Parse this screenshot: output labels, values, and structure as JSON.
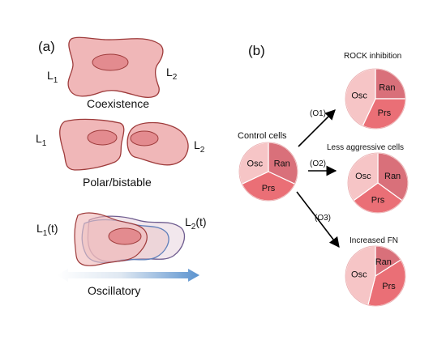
{
  "panel_a": {
    "label": "(a)",
    "coexistence": {
      "L1": "L",
      "L1_sub": "1",
      "L2": "L",
      "L2_sub": "2",
      "caption": "Coexistence"
    },
    "polar": {
      "L1": "L",
      "L1_sub": "1",
      "L2": "L",
      "L2_sub": "2",
      "caption": "Polar/bistable"
    },
    "oscillatory": {
      "L1": "L",
      "L1_sub": "1",
      "L1_t": "(t)",
      "L2": "L",
      "L2_sub": "2",
      "L2_t": "(t)",
      "caption": "Oscillatory"
    }
  },
  "panel_b": {
    "label": "(b)",
    "control_title": "Control cells",
    "arrows": [
      "(O1)",
      "(O2)",
      "(O3)"
    ],
    "outcomes": [
      {
        "title": "ROCK inhibition"
      },
      {
        "title": "Less aggressive cells"
      },
      {
        "title": "Increased FN"
      }
    ]
  },
  "chart_data": [
    {
      "type": "pie",
      "title": "Control cells",
      "slices": [
        {
          "label": "Ran",
          "value": 32,
          "color": "#d9707a"
        },
        {
          "label": "Prs",
          "value": 36,
          "color": "#ea6f76"
        },
        {
          "label": "Osc",
          "value": 32,
          "color": "#f6c5c6"
        }
      ]
    },
    {
      "type": "pie",
      "title": "ROCK inhibition",
      "slices": [
        {
          "label": "Ran",
          "value": 25,
          "color": "#d9707a"
        },
        {
          "label": "Prs",
          "value": 32,
          "color": "#ea6f76"
        },
        {
          "label": "Osc",
          "value": 43,
          "color": "#f6c5c6"
        }
      ]
    },
    {
      "type": "pie",
      "title": "Less aggressive cells",
      "slices": [
        {
          "label": "Ran",
          "value": 35,
          "color": "#d9707a"
        },
        {
          "label": "Prs",
          "value": 30,
          "color": "#ea6f76"
        },
        {
          "label": "Osc",
          "value": 35,
          "color": "#f6c5c6"
        }
      ]
    },
    {
      "type": "pie",
      "title": "Increased FN",
      "slices": [
        {
          "label": "Ran",
          "value": 16,
          "color": "#d9707a"
        },
        {
          "label": "Prs",
          "value": 38,
          "color": "#ea6f76"
        },
        {
          "label": "Osc",
          "value": 46,
          "color": "#f6c5c6"
        }
      ]
    }
  ]
}
